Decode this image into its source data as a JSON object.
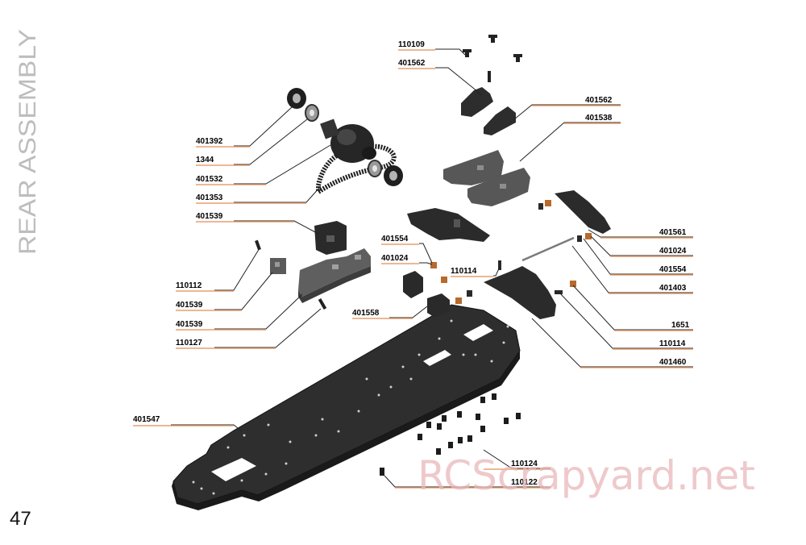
{
  "page": {
    "title": "REAR ASSEMBLY",
    "number": "47"
  },
  "watermark": {
    "text": "RCScrapyard.net",
    "color": "#e9b7ba"
  },
  "colors": {
    "part_dark": "#2c2c2c",
    "part_grey": "#6b6b6b",
    "part_orange": "#b86a2c",
    "label_underline": "#e6a070",
    "title_color": "#bdbdbd"
  },
  "labels": {
    "l110109": "110109",
    "l401562a": "401562",
    "l401562b": "401562",
    "l401538": "401538",
    "l401392": "401392",
    "l1344": "1344",
    "l401532": "401532",
    "l401353": "401353",
    "l401539a": "401539",
    "l401554a": "401554",
    "l401024a": "401024",
    "l110114a": "110114",
    "l110112": "110112",
    "l401539b": "401539",
    "l401539c": "401539",
    "l110127": "110127",
    "l401558": "401558",
    "l401561": "401561",
    "l401024b": "401024",
    "l401554b": "401554",
    "l401403": "401403",
    "l1651": "1651",
    "l110114b": "110114",
    "l401460": "401460",
    "l401547": "401547",
    "l110124": "110124",
    "l110122": "110122"
  }
}
